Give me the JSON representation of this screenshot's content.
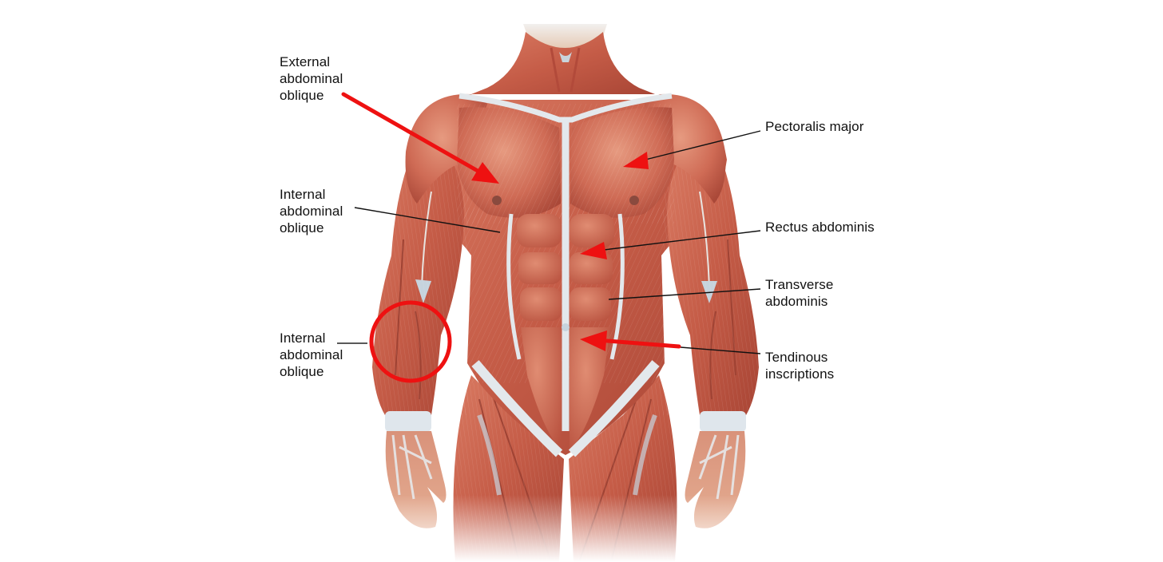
{
  "diagram": {
    "subject": "Anterior muscular anatomy of the human torso",
    "colors": {
      "muscle": "#c8624e",
      "muscle_dark": "#a84535",
      "muscle_light": "#e08a72",
      "tendon": "#e4e9ee",
      "skin": "#e8b89a",
      "arrow": "#ee1111",
      "leader": "#111111",
      "text": "#111111"
    },
    "labels": [
      {
        "id": "external-oblique",
        "text": "External\nabdominal\noblique",
        "side": "left",
        "pointer": "red-arrow"
      },
      {
        "id": "internal-oblique-1",
        "text": "Internal\nabdominal\noblique",
        "side": "left",
        "pointer": "leader-line"
      },
      {
        "id": "internal-oblique-2",
        "text": "Internal\nabdominal\noblique",
        "side": "left",
        "pointer": "leader-line-to-circle"
      },
      {
        "id": "pectoralis-major",
        "text": "Pectoralis major",
        "side": "right",
        "pointer": "leader-line-red-arrowhead"
      },
      {
        "id": "rectus-abdominis",
        "text": "Rectus abdominis",
        "side": "right",
        "pointer": "leader-line-red-arrowhead"
      },
      {
        "id": "transverse-abdominis",
        "text": "Transverse\nabdominis",
        "side": "right",
        "pointer": "leader-line"
      },
      {
        "id": "tendinous-inscriptions",
        "text": "Tendinous\ninscriptions",
        "side": "right",
        "pointer": "red-arrow"
      }
    ],
    "highlight": {
      "shape": "circle",
      "target": "forearm",
      "color": "#ee1111"
    }
  }
}
